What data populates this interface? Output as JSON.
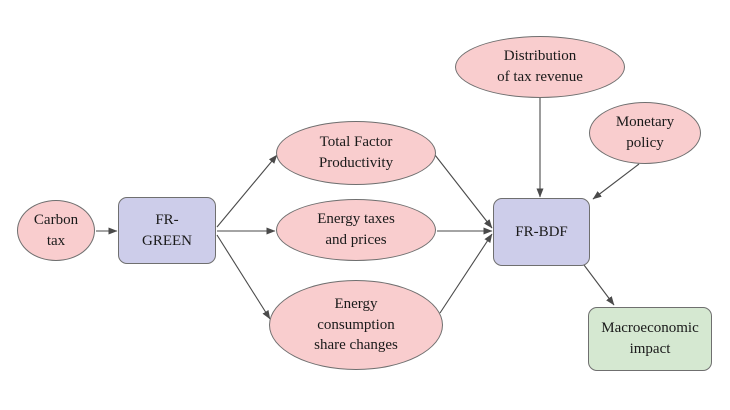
{
  "diagram": {
    "title": "",
    "nodes": {
      "carbon_tax": {
        "label": "Carbon\ntax",
        "shape": "ellipse",
        "fill": "pink"
      },
      "fr_green": {
        "label": "FR-\nGREEN",
        "shape": "rounded-rect",
        "fill": "purple"
      },
      "total_factor_productivity": {
        "label": "Total Factor\nProductivity",
        "shape": "ellipse",
        "fill": "pink"
      },
      "energy_taxes_and_prices": {
        "label": "Energy taxes\nand prices",
        "shape": "ellipse",
        "fill": "pink"
      },
      "energy_consumption_share_changes": {
        "label": "Energy\nconsumption\nshare changes",
        "shape": "ellipse",
        "fill": "pink"
      },
      "fr_bdf": {
        "label": "FR-BDF",
        "shape": "rounded-rect",
        "fill": "purple"
      },
      "distribution_of_tax_revenue": {
        "label": "Distribution\nof tax revenue",
        "shape": "ellipse",
        "fill": "pink"
      },
      "monetary_policy": {
        "label": "Monetary\npolicy",
        "shape": "ellipse",
        "fill": "pink"
      },
      "macroeconomic_impact": {
        "label": "Macroeconomic\nimpact",
        "shape": "rounded-rect",
        "fill": "green"
      }
    },
    "edges": [
      {
        "from": "carbon-tax",
        "to": "fr-green"
      },
      {
        "from": "fr-green",
        "to": "total-factor-productivity"
      },
      {
        "from": "fr-green",
        "to": "energy-taxes-and-prices"
      },
      {
        "from": "fr-green",
        "to": "energy-consumption-share-changes"
      },
      {
        "from": "total-factor-productivity",
        "to": "fr-bdf"
      },
      {
        "from": "energy-taxes-and-prices",
        "to": "fr-bdf"
      },
      {
        "from": "energy-consumption-share-changes",
        "to": "fr-bdf"
      },
      {
        "from": "distribution-of-tax-revenue",
        "to": "fr-bdf"
      },
      {
        "from": "monetary-policy",
        "to": "fr-bdf"
      },
      {
        "from": "fr-bdf",
        "to": "macroeconomic-impact"
      }
    ]
  },
  "colors": {
    "pink": "#f9cdce",
    "purple": "#cdcdea",
    "green": "#d5e8d1",
    "node-border": "#6f6f6f",
    "arrow": "#4a4a4a",
    "text": "#1a1a1a"
  }
}
